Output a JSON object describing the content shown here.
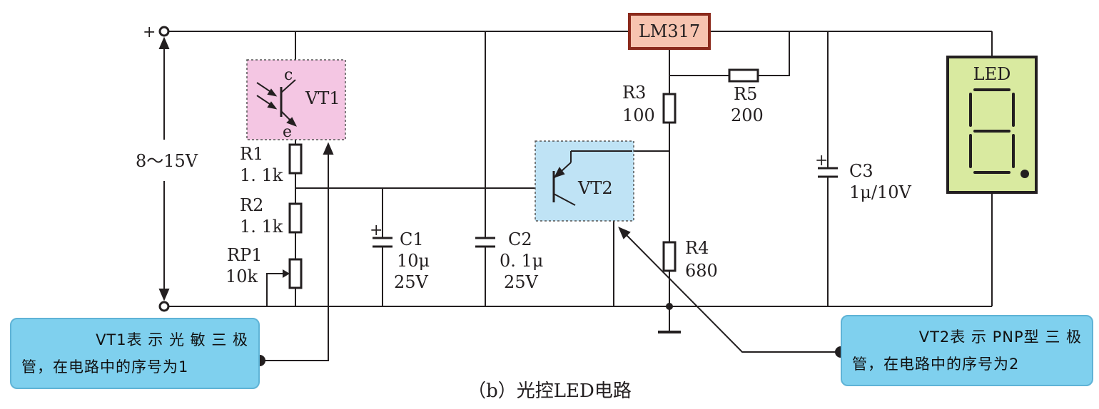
{
  "labels": {
    "plus": "+",
    "voltage": "8～15V",
    "lm317": "LM317",
    "vt1": "VT1",
    "vt1_c": "c",
    "vt1_e": "e",
    "r1_name": "R1",
    "r1_value": "1. 1k",
    "r2_name": "R2",
    "r2_value": "1. 1k",
    "rp1_name": "RP1",
    "rp1_value": "10k",
    "c1_name": "C1",
    "c1_value": "10μ",
    "c1_voltage": "25V",
    "c2_name": "C2",
    "c2_value": "0. 1μ",
    "c2_voltage": "25V",
    "r3_name": "R3",
    "r3_value": "100",
    "r4_name": "R4",
    "r4_value": "680",
    "r5_name": "R5",
    "r5_value": "200",
    "c3_name": "C3",
    "c3_value": "1μ/10V",
    "vt2": "VT2",
    "led": "LED",
    "cap_plus": "+"
  },
  "callouts": {
    "vt1_line1": "VT1表 示 光 敏 三 极",
    "vt1_line2": "管，在电路中的序号为1",
    "vt2_line1": "VT2表 示 PNP型 三 极",
    "vt2_line2": "管，在电路中的序号为2"
  },
  "caption": "（b）光控LED电路",
  "colors": {
    "wire": "#231f20",
    "vt1_box": "#f4c6e3",
    "vt2_box": "#bfe3f5",
    "lm317_fill": "#f7c4b0",
    "lm317_border": "#8b2a1c",
    "led_fill": "#d9eaa0",
    "callout_fill": "#7fd0ee"
  }
}
